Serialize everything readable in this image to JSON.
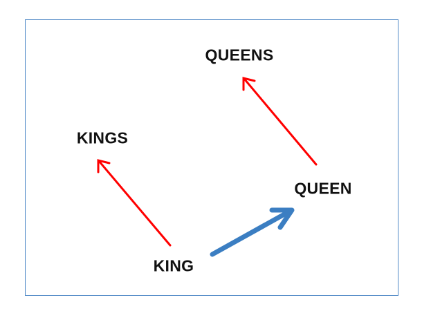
{
  "labels": {
    "queens": "QUEENS",
    "kings": "KINGS",
    "queen": "QUEEN",
    "king": "KING"
  },
  "colors": {
    "plural_arrow": "#ff0000",
    "gender_arrow": "#3b7ec2",
    "frame": "#4f88c6"
  }
}
